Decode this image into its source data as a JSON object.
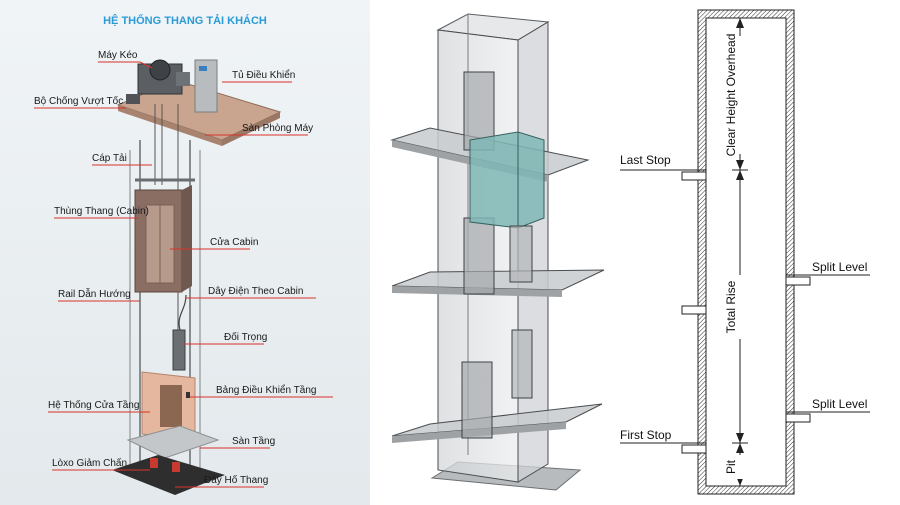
{
  "panel1": {
    "title": "HỆ THỐNG THANG TẢI KHÁCH",
    "labels": {
      "may_keo": "Máy Kéo",
      "tu_dieu_khien": "Tủ Điều Khiển",
      "bo_chong_vuot_toc": "Bộ Chống Vượt Tốc",
      "san_phong_may": "Sàn Phòng Máy",
      "cap_tai": "Cáp Tải",
      "thung_thang": "Thùng Thang (Cabin)",
      "cua_cabin": "Cửa Cabin",
      "rail_dan_huong": "Rail Dẫn Hướng",
      "day_dien_theo_cabin": "Dây Điện Theo Cabin",
      "doi_trong": "Đối Trọng",
      "bang_dieu_khien_tang": "Bảng Điều Khiển Tầng",
      "he_thong_cua_tang": "Hệ Thống Cửa Tầng",
      "san_tang": "Sàn Tầng",
      "loxo_giam_chan": "Lòxo Giảm Chấn",
      "day_ho_thang": "Đáy Hố Thang"
    },
    "colors": {
      "title": "#2a9bd6",
      "label_underline": "#d9322b",
      "background": "#e9eef1"
    }
  },
  "panel3": {
    "labels": {
      "last_stop": "Last Stop",
      "first_stop": "First Stop",
      "split_level_upper": "Split Level",
      "split_level_lower": "Split Level",
      "clear_height_overhead": "Clear Height Overhead",
      "total_rise": "Total Rise",
      "pit": "Pit"
    }
  }
}
